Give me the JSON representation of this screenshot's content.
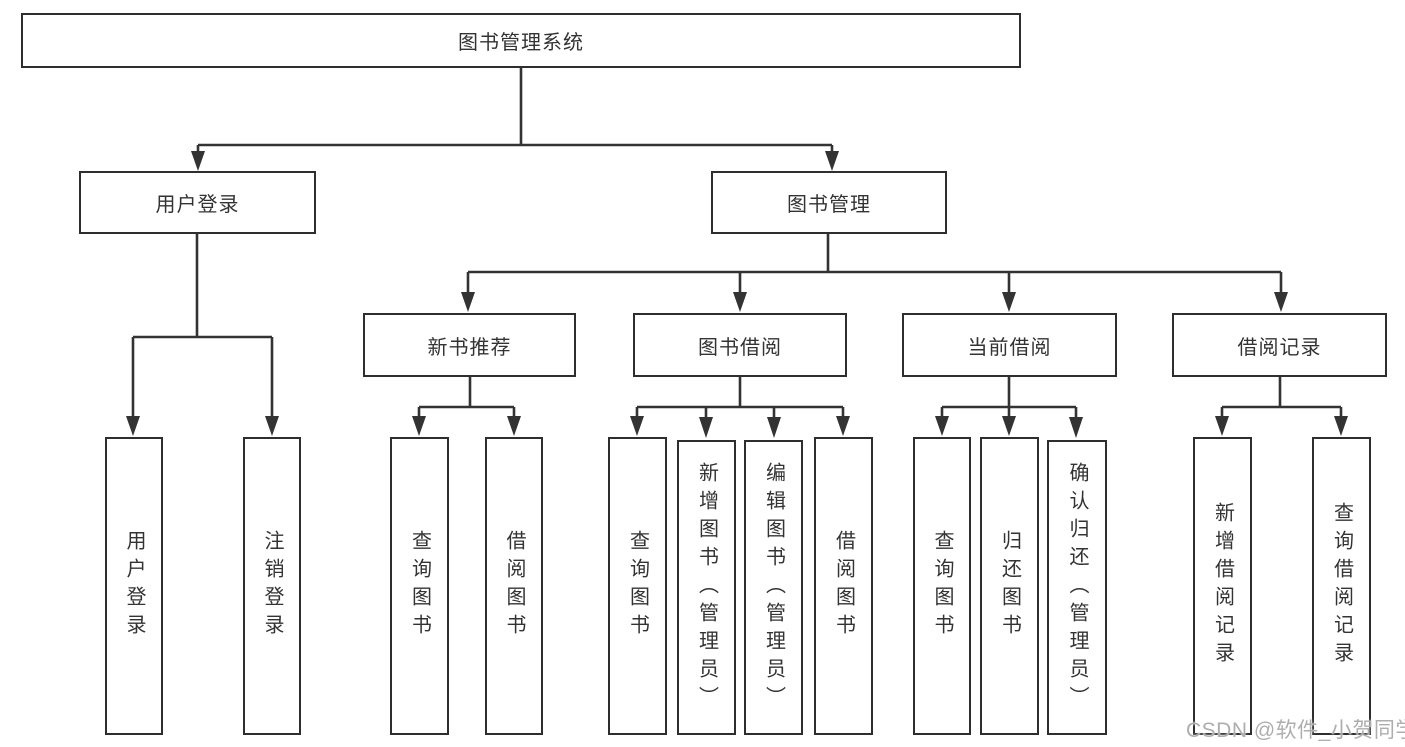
{
  "title": "图书管理系统",
  "watermark": "CSDN @软件_小贺同学",
  "colors": {
    "line": "#333333",
    "box_border": "#2e2e2e",
    "text": "#333333",
    "watermark": "#aeaeae",
    "background": "#ffffff"
  },
  "branches": {
    "user_login": {
      "label": "用户登录",
      "children": [
        "用户登录",
        "注销登录"
      ]
    },
    "book_management": {
      "label": "图书管理",
      "sections": {
        "new_book_recommend": {
          "label": "新书推荐",
          "children": [
            "查询图书",
            "借阅图书"
          ]
        },
        "book_borrow": {
          "label": "图书借阅",
          "children": [
            "查询图书",
            "新增图书（管理员）",
            "编辑图书（管理员）",
            "借阅图书"
          ]
        },
        "current_borrow": {
          "label": "当前借阅",
          "children": [
            "查询图书",
            "归还图书",
            "确认归还（管理员）"
          ]
        },
        "borrow_record": {
          "label": "借阅记录",
          "children": [
            "新增借阅记录",
            "查询借阅记录"
          ]
        }
      }
    }
  }
}
